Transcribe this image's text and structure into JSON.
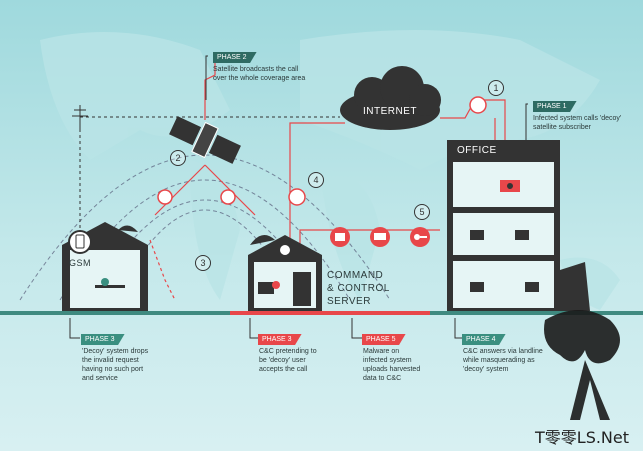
{
  "labels": {
    "internet": "INTERNET",
    "office": "OFFICE",
    "gsm": "GSM",
    "cnc_line1": "COMMAND",
    "cnc_line2": "& CONTROL",
    "cnc_line3": "SERVER"
  },
  "steps": [
    "1",
    "2",
    "3",
    "4",
    "5"
  ],
  "phases": [
    {
      "tag": "PHASE 2",
      "text": "Satellite broadcasts the call over the whole coverage area"
    },
    {
      "tag": "PHASE 1",
      "text": "Infected system calls 'decoy' satellite subscriber"
    },
    {
      "tag": "PHASE 3",
      "text": "'Decoy' system drops the invalid request having no such port and service"
    },
    {
      "tag": "PHASE 3",
      "text": "C&C pretending to be 'decoy' user accepts the call"
    },
    {
      "tag": "PHASE 5",
      "text": "Malware on infected system uploads harvested data to C&C"
    },
    {
      "tag": "PHASE 4",
      "text": "C&C answers via landline while masquerading as 'decoy' system"
    }
  ],
  "watermark": "T零零LS.Net",
  "colors": {
    "teal": "#2e6b63",
    "green": "#3a8f80",
    "red": "#e8474a",
    "dark": "#333333"
  }
}
